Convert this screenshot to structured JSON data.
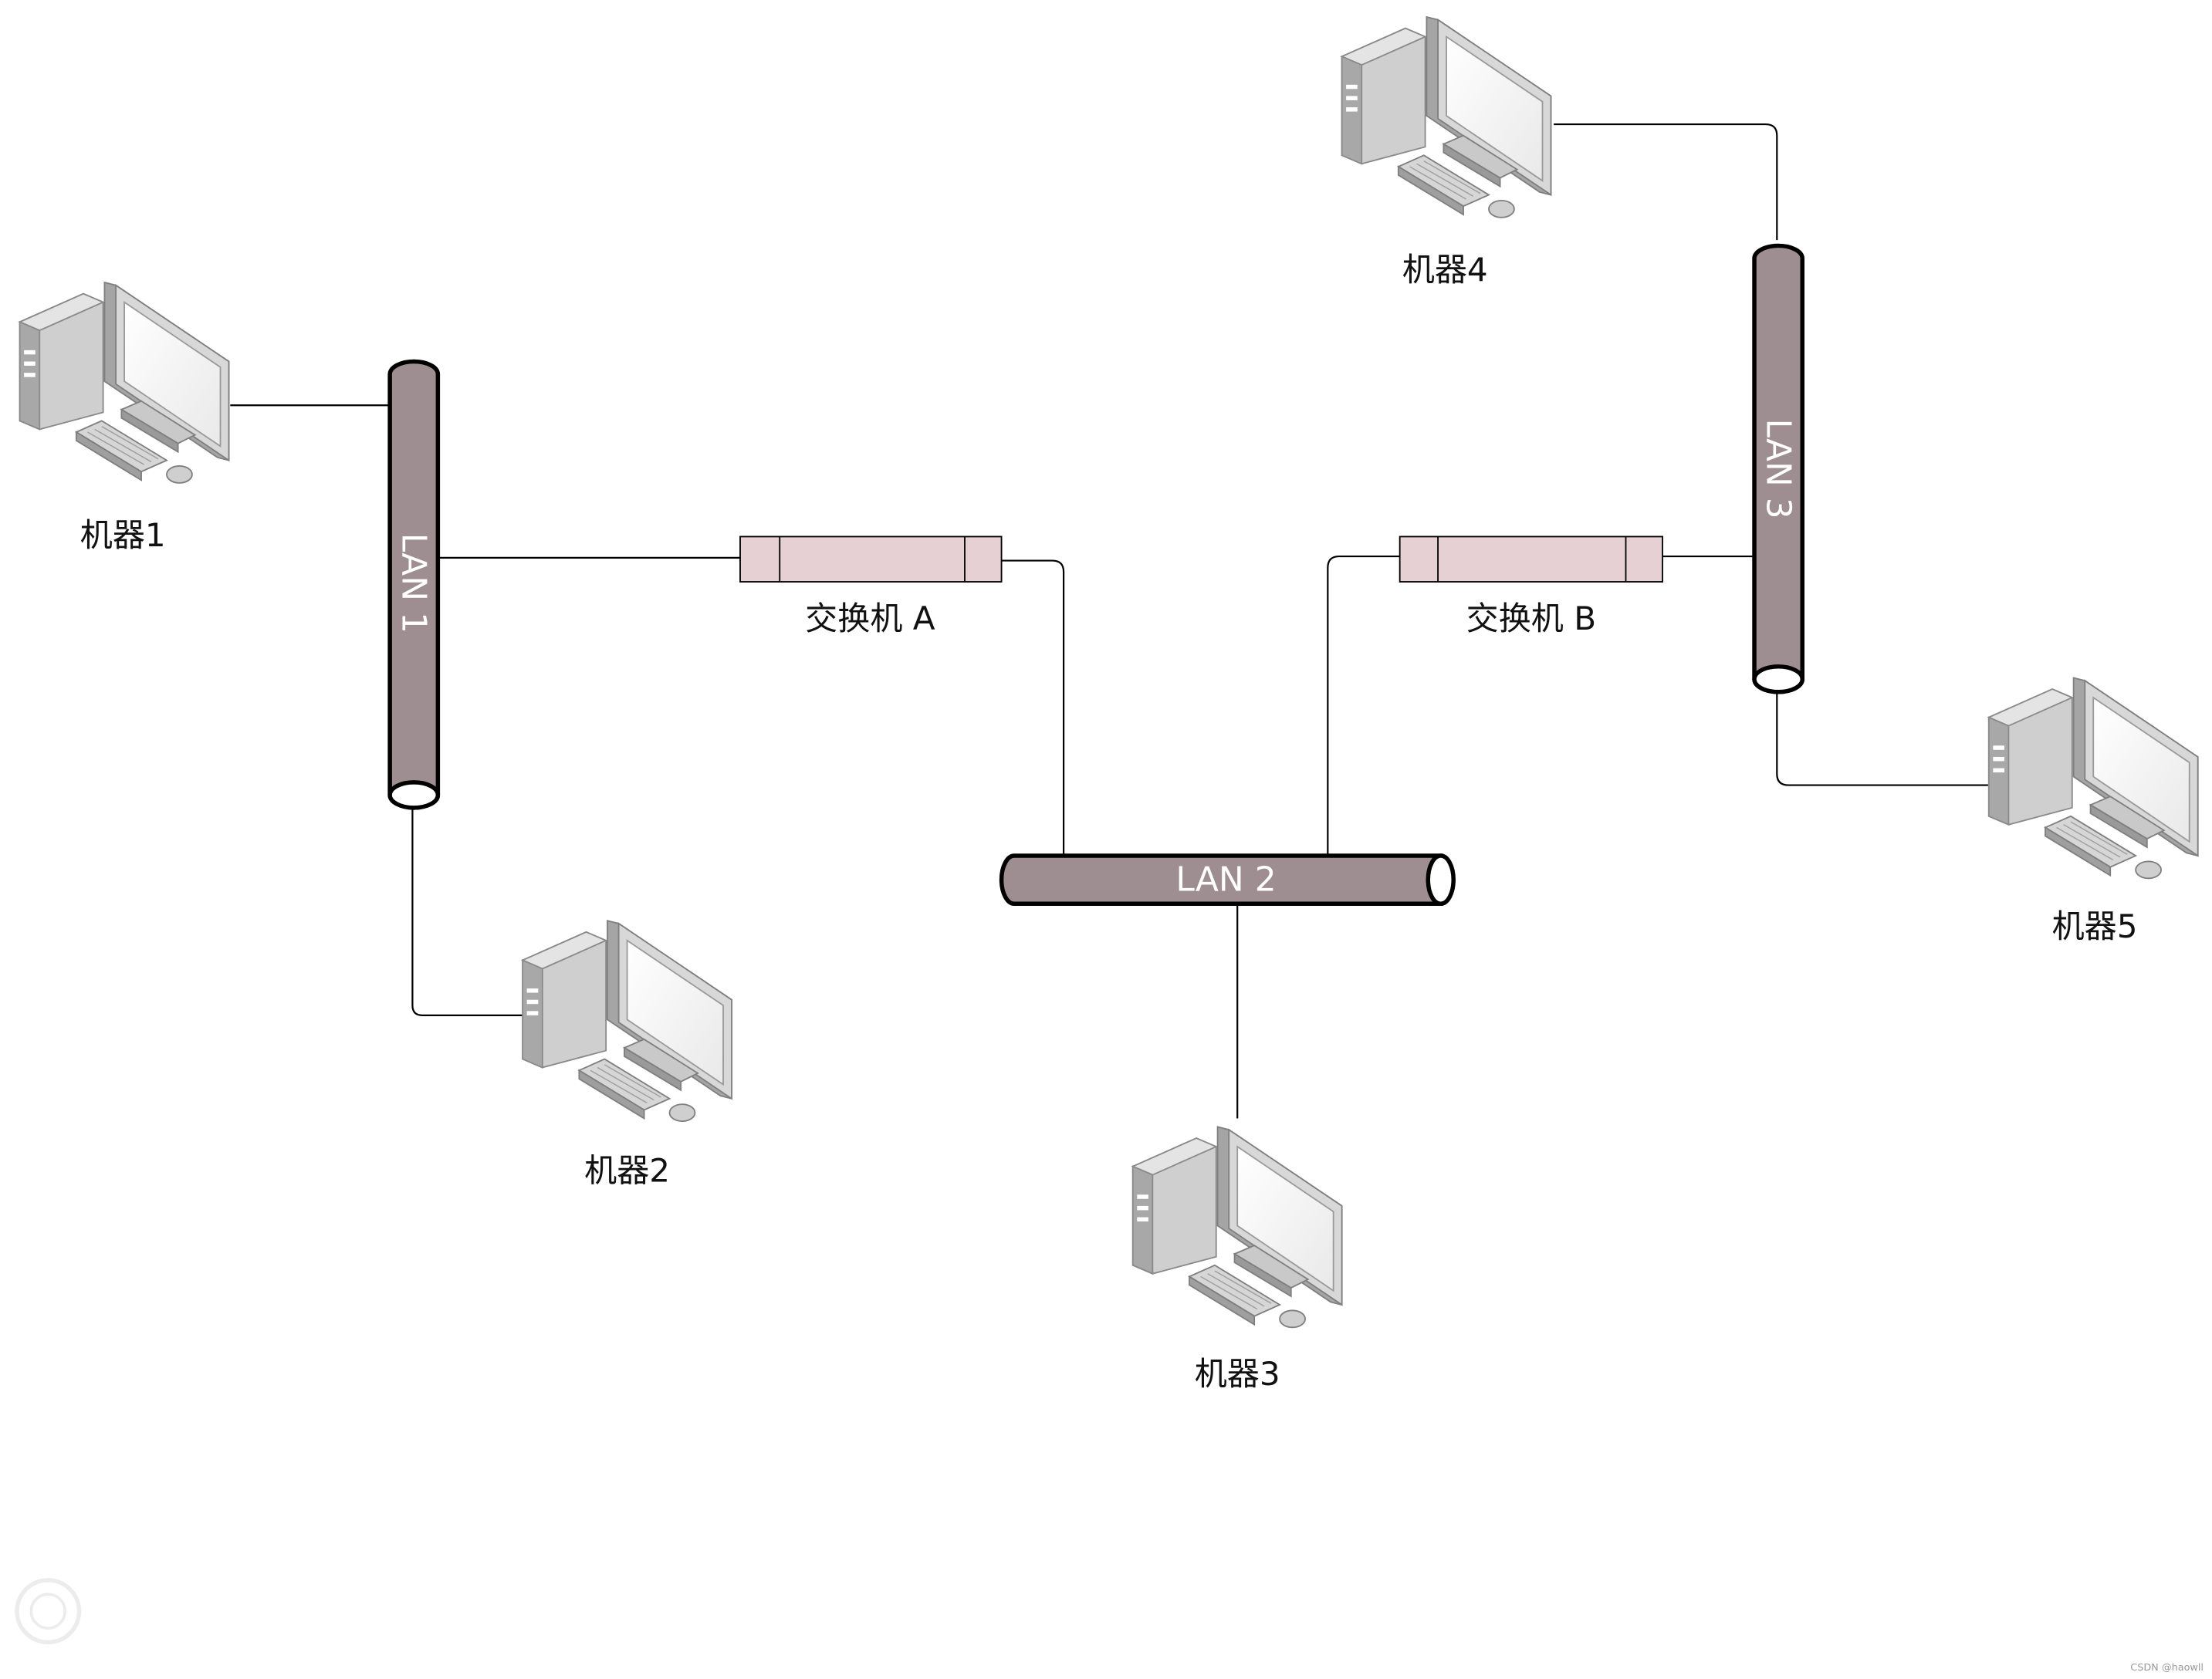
{
  "diagram": {
    "lans": [
      {
        "id": "lan1",
        "label": "LAN 1"
      },
      {
        "id": "lan2",
        "label": "LAN 2"
      },
      {
        "id": "lan3",
        "label": "LAN 3"
      }
    ],
    "switches": [
      {
        "id": "switch-a",
        "label": "交换机 A"
      },
      {
        "id": "switch-b",
        "label": "交换机 B"
      }
    ],
    "machines": [
      {
        "id": "machine1",
        "label": "机器1",
        "icon": "computer-icon"
      },
      {
        "id": "machine2",
        "label": "机器2",
        "icon": "computer-icon"
      },
      {
        "id": "machine3",
        "label": "机器3",
        "icon": "computer-icon"
      },
      {
        "id": "machine4",
        "label": "机器4",
        "icon": "computer-icon"
      },
      {
        "id": "machine5",
        "label": "机器5",
        "icon": "computer-icon"
      }
    ],
    "watermark": "CSDN @haowll",
    "colors": {
      "lan_fill": "#9e8d91",
      "switch_fill": "#e6d0d4",
      "line": "#000000"
    }
  }
}
